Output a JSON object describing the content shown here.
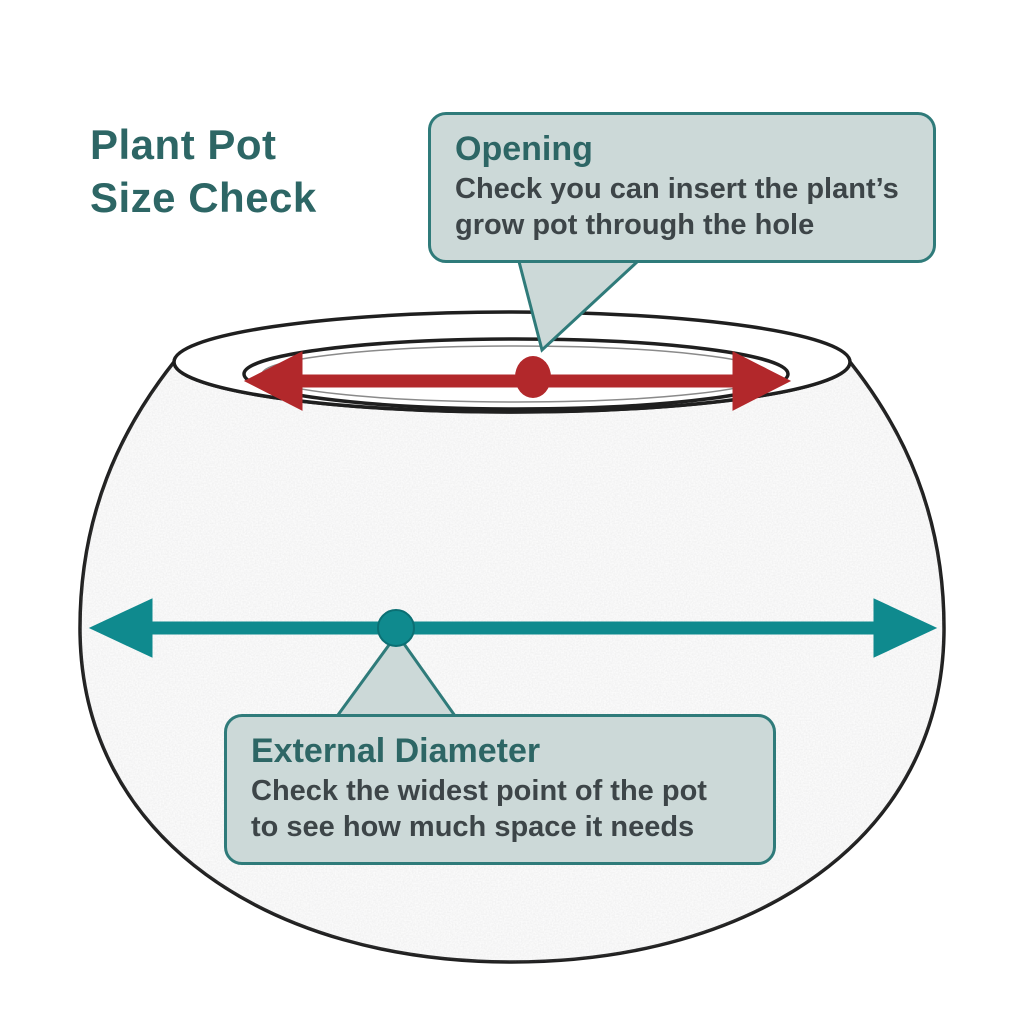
{
  "title": {
    "line1": "Plant Pot",
    "line2": "Size Check"
  },
  "callouts": {
    "opening": {
      "heading": "Opening",
      "body": "Check you can insert the plant’s\ngrow pot through the hole"
    },
    "external_diameter": {
      "heading": "External Diameter",
      "body": "Check the widest point of the pot\nto see how much space it needs"
    }
  },
  "diagram": {
    "subject": "plant-pot-sketch",
    "markers": {
      "opening_arrow": "double-headed arrow across pot opening",
      "external_diameter_arrow": "double-headed arrow across widest point of pot"
    }
  },
  "colors": {
    "title_text": "#2d6665",
    "callout_bg": "#ccd9d8",
    "callout_border": "#2f7b7a",
    "callout_heading": "#2d6665",
    "callout_text": "#3d4548",
    "opening_arrow": "#b2282b",
    "diameter_arrow": "#0f8a8e",
    "pot_outline": "#1f1f1f"
  }
}
